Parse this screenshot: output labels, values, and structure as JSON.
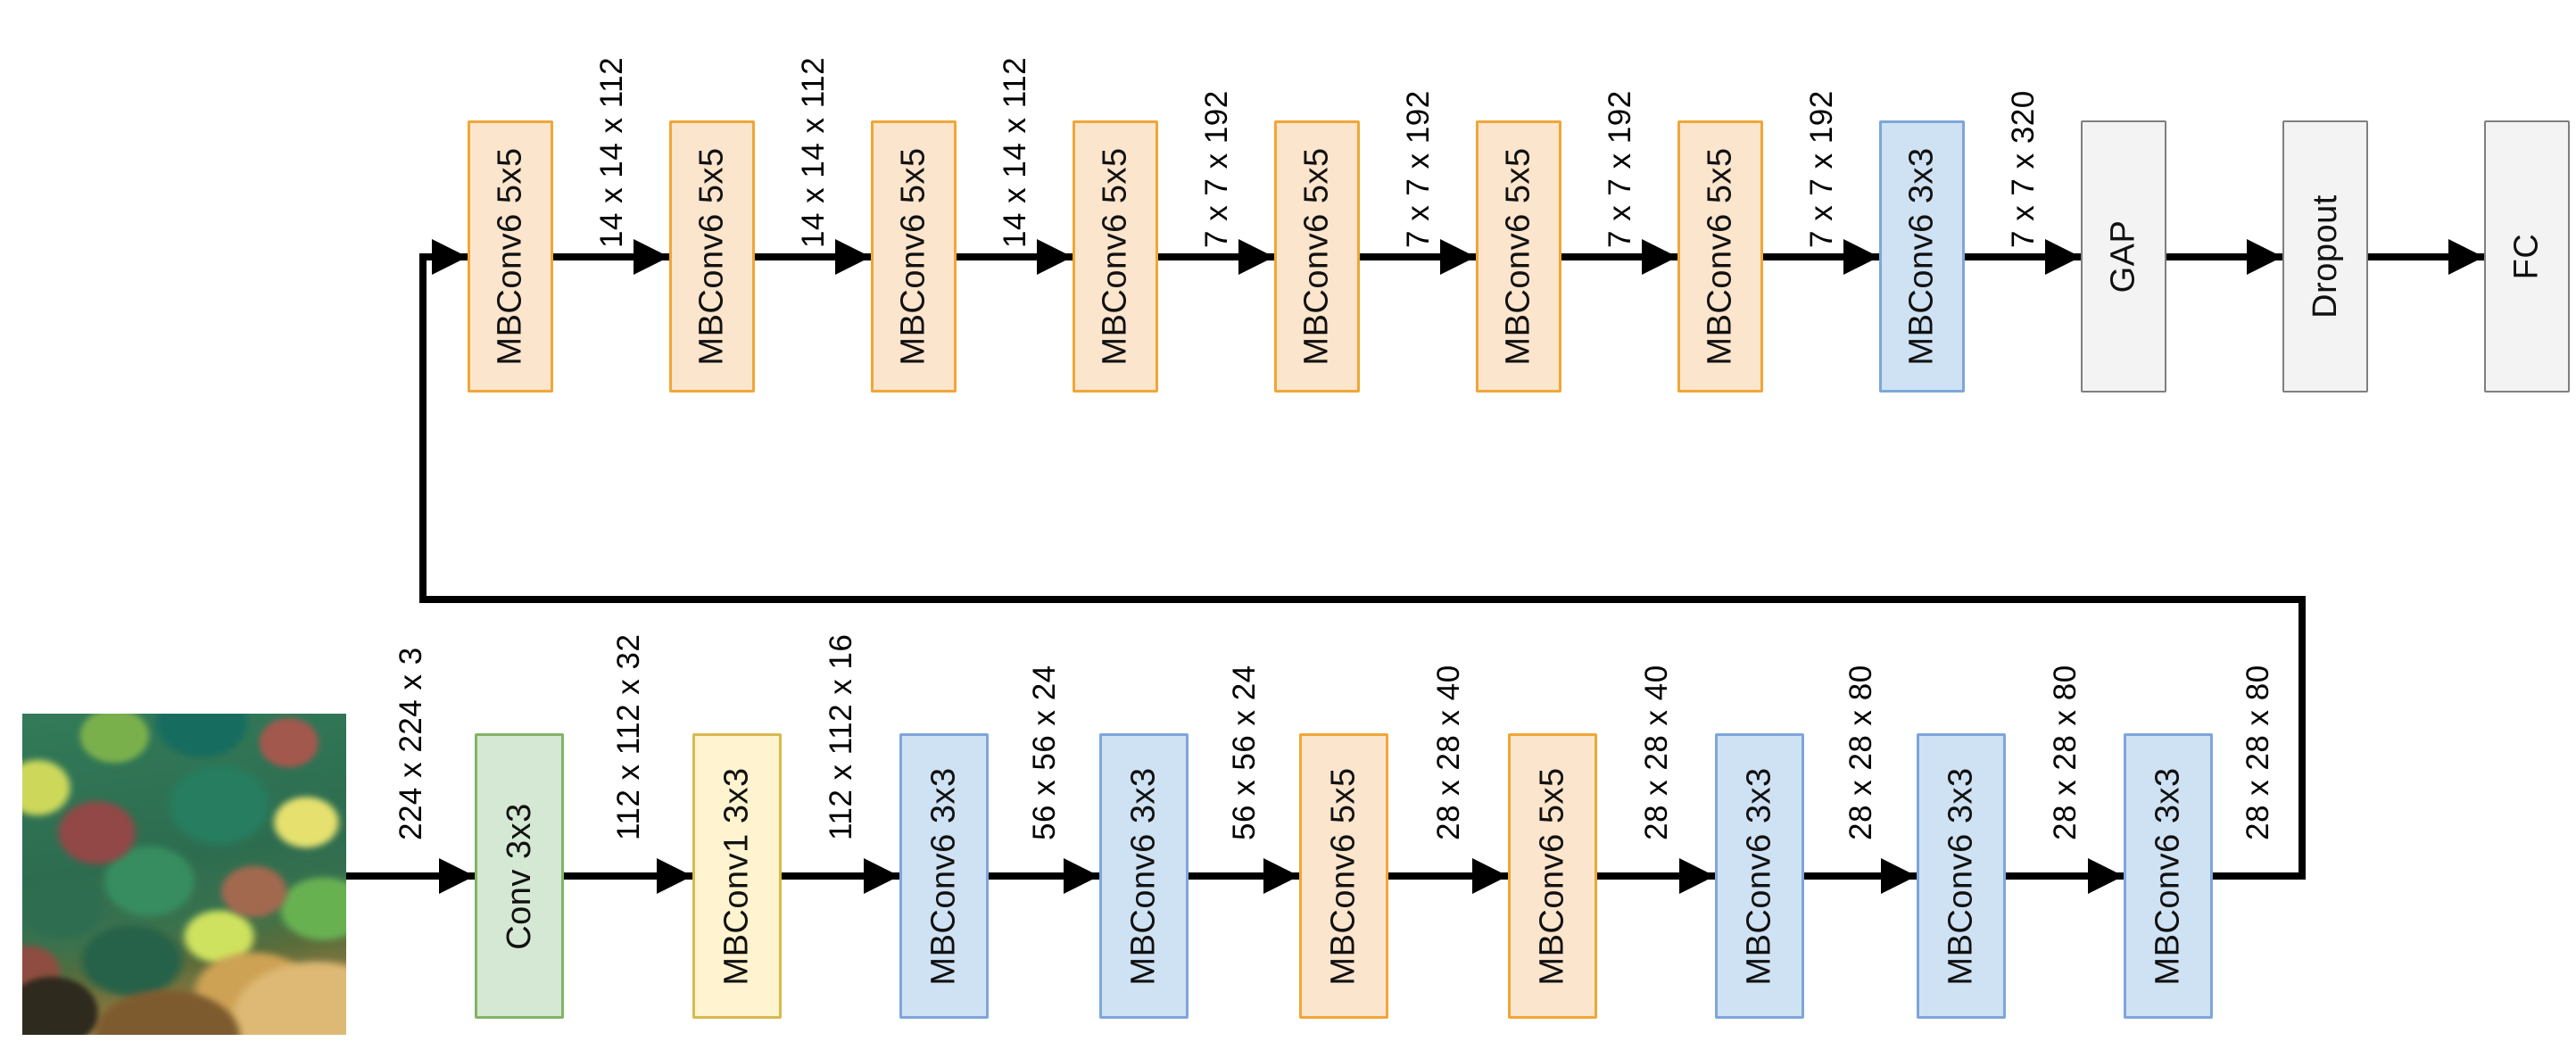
{
  "diagram": {
    "name": "EfficientNet-style CNN architecture flow",
    "input_image": "grapevine-leaves-photo"
  },
  "colors": {
    "mbconv5_fill": "#FCE5CD",
    "mbconv5_border": "#F0A637",
    "mbconv3_fill": "#CFE2F3",
    "mbconv3_border": "#7EA6D9",
    "stem_fill": "#D5E8D4",
    "stem_border": "#82B366",
    "mbconv1_fill": "#FFF4CF",
    "mbconv1_border": "#D9B84F",
    "util_fill": "#F3F3F3",
    "util_border": "#7F7F7F",
    "wire": "#000000"
  },
  "bottom_row": {
    "blocks": [
      {
        "label": "Conv 3x3",
        "type": "stem"
      },
      {
        "label": "MBConv1 3x3",
        "type": "mbconv1"
      },
      {
        "label": "MBConv6 3x3",
        "type": "mbconv3"
      },
      {
        "label": "MBConv6 3x3",
        "type": "mbconv3"
      },
      {
        "label": "MBConv6 5x5",
        "type": "mbconv5"
      },
      {
        "label": "MBConv6 5x5",
        "type": "mbconv5"
      },
      {
        "label": "MBConv6 3x3",
        "type": "mbconv3"
      },
      {
        "label": "MBConv6 3x3",
        "type": "mbconv3"
      },
      {
        "label": "MBConv6 3x3",
        "type": "mbconv3"
      }
    ],
    "dim_labels": [
      "224 x 224 x 3",
      "112 x 112 x 32",
      "112 x 112 x 16",
      "56 x 56 x 24",
      "56 x 56 x 24",
      "28 x 28 x 40",
      "28 x 28 x 40",
      "28 x 28 x 80",
      "28 x 28 x 80",
      "28 x 28 x 80"
    ]
  },
  "top_row": {
    "blocks": [
      {
        "label": "MBConv6 5x5",
        "type": "mbconv5"
      },
      {
        "label": "MBConv6 5x5",
        "type": "mbconv5"
      },
      {
        "label": "MBConv6 5x5",
        "type": "mbconv5"
      },
      {
        "label": "MBConv6 5x5",
        "type": "mbconv5"
      },
      {
        "label": "MBConv6 5x5",
        "type": "mbconv5"
      },
      {
        "label": "MBConv6 5x5",
        "type": "mbconv5"
      },
      {
        "label": "MBConv6 5x5",
        "type": "mbconv5"
      },
      {
        "label": "MBConv6 3x3",
        "type": "mbconv3"
      },
      {
        "label": "GAP",
        "type": "util"
      },
      {
        "label": "Dropout",
        "type": "util"
      },
      {
        "label": "FC",
        "type": "util"
      }
    ],
    "dim_labels": [
      "14 x 14 x 112",
      "14 x 14 x 112",
      "14 x 14 x 112",
      "7 x 7 x 192",
      "7 x 7 x 192",
      "7 x 7 x 192",
      "7 x 7 x 192",
      "7 x 7 x 320"
    ]
  }
}
